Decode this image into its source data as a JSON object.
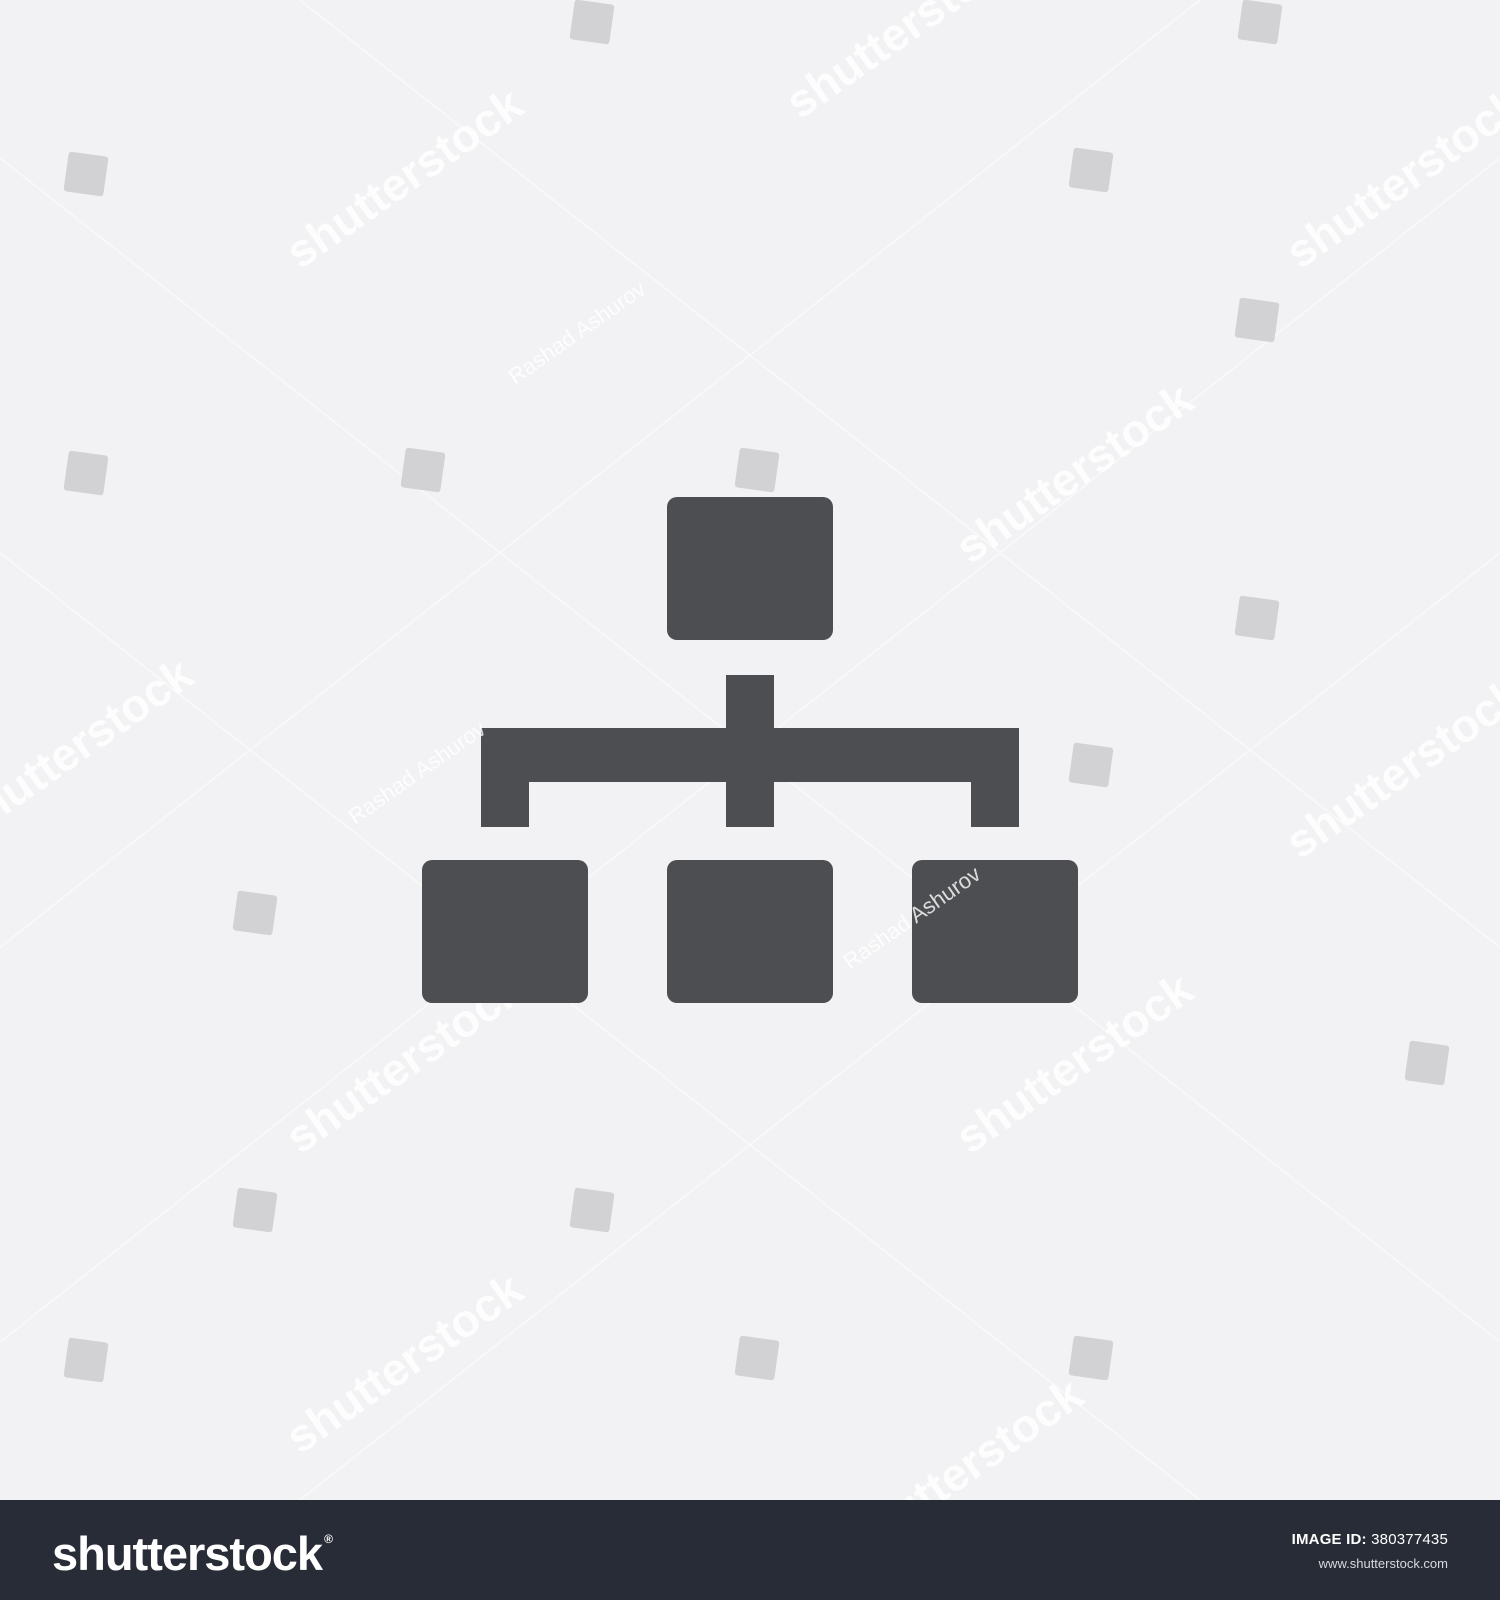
{
  "image": {
    "background_color": "#f2f2f4",
    "icon_color": "#4d4e51",
    "icon_name": "hierarchy-org-chart-icon"
  },
  "watermark": {
    "brand_text": "shutterstock",
    "author_text": "Rashad Ashurov",
    "color": "#ffffff"
  },
  "footer": {
    "background_color": "#282c37",
    "logo_text": "shutterstock",
    "logo_registered_mark": "®",
    "image_id_label": "IMAGE ID:",
    "image_id_value": "380377435",
    "website": "www.shutterstock.com"
  }
}
